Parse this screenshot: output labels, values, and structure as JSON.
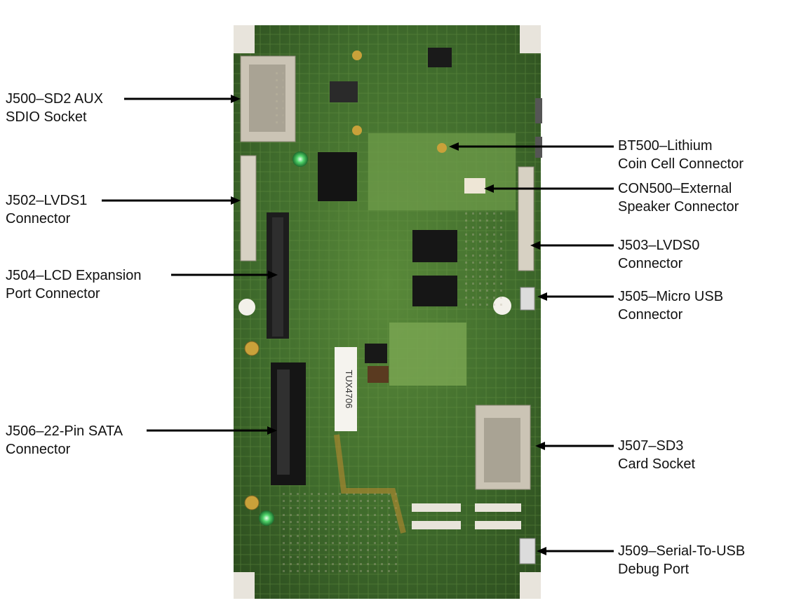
{
  "colors": {
    "board": "#3e6a2c",
    "board_dark": "#2c4f1e",
    "board_light": "#5d8a3d",
    "silver": "#cfc9bc",
    "chip": "#1a1a1a",
    "gold": "#c9a13a",
    "arrow": "#000000",
    "text": "#111111"
  },
  "callouts": [
    {
      "id": "j500",
      "side": "left",
      "lines": [
        "J500–SD2 AUX",
        "SDIO Socket"
      ]
    },
    {
      "id": "j502",
      "side": "left",
      "lines": [
        "J502–LVDS1",
        "Connector"
      ]
    },
    {
      "id": "j504",
      "side": "left",
      "lines": [
        "J504–LCD Expansion",
        "Port Connector"
      ]
    },
    {
      "id": "j506",
      "side": "left",
      "lines": [
        "J506–22-Pin SATA",
        "Connector"
      ]
    },
    {
      "id": "bt500",
      "side": "right",
      "lines": [
        "BT500–Lithium",
        "Coin Cell Connector"
      ]
    },
    {
      "id": "con500",
      "side": "right",
      "lines": [
        "CON500–External",
        "Speaker Connector"
      ]
    },
    {
      "id": "j503",
      "side": "right",
      "lines": [
        "J503–LVDS0",
        "Connector"
      ]
    },
    {
      "id": "j505",
      "side": "right",
      "lines": [
        "J505–Micro USB",
        "Connector"
      ]
    },
    {
      "id": "j507",
      "side": "right",
      "lines": [
        "J507–SD3",
        "Card Socket"
      ]
    },
    {
      "id": "j509",
      "side": "right",
      "lines": [
        "J509–Serial-To-USB",
        "Debug Port"
      ]
    }
  ],
  "board_sticker": "TUX4706"
}
